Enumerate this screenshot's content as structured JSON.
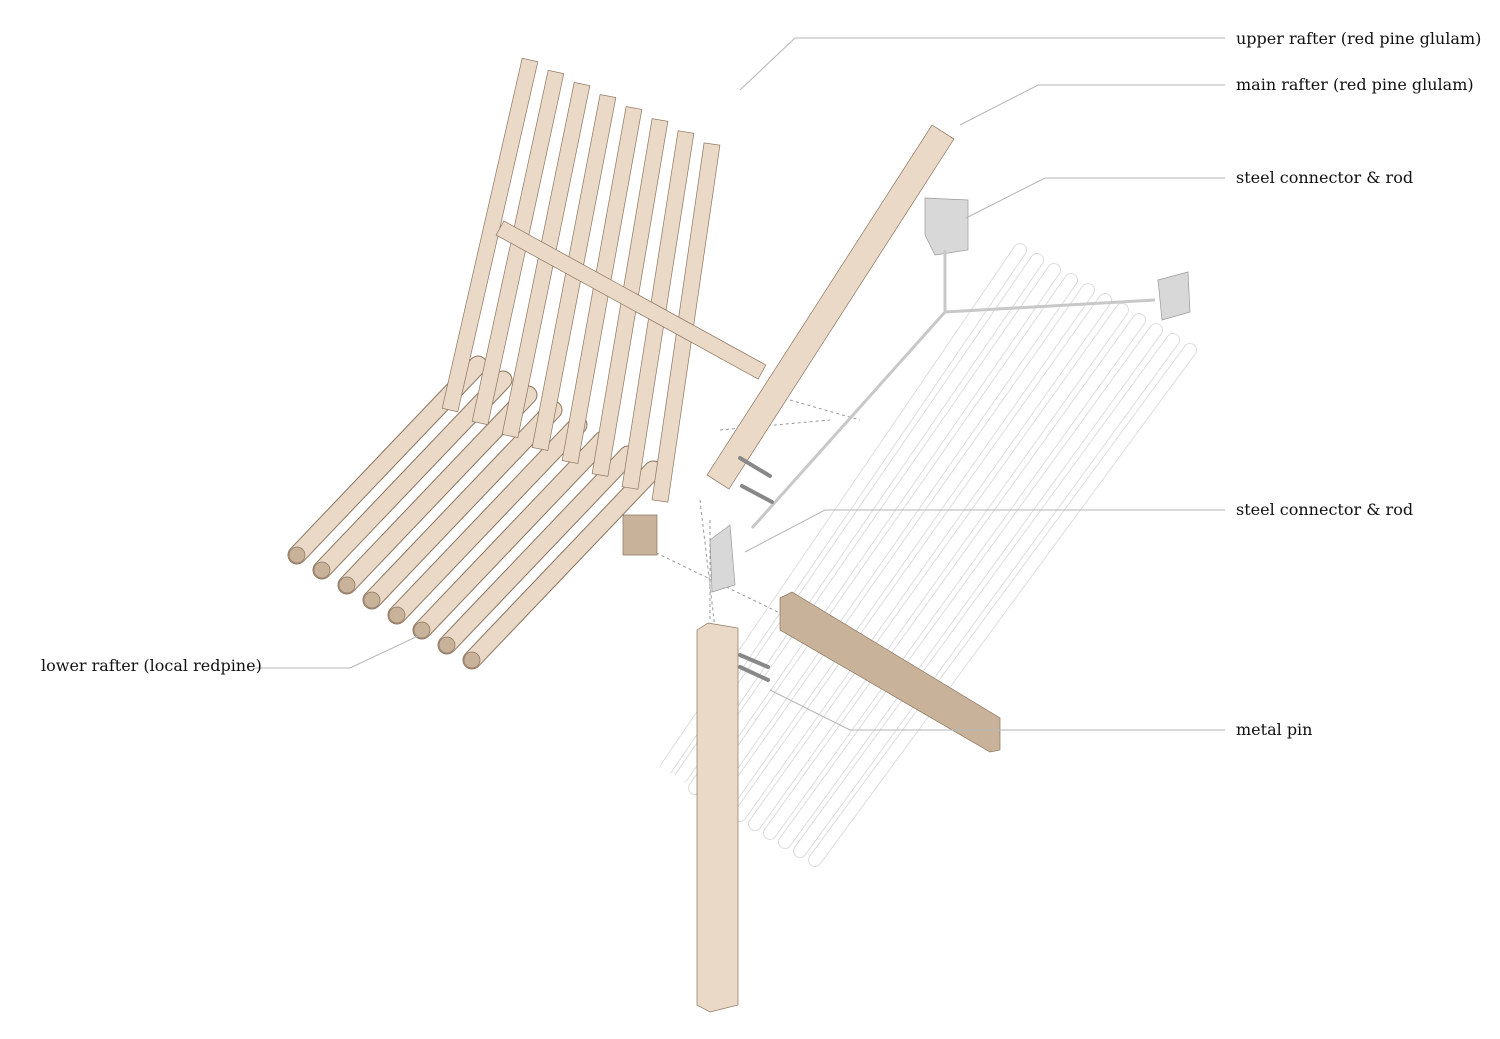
{
  "labels": {
    "upper_rafter": "upper rafter (red pine glulam)",
    "main_rafter": "main rafter (red pine glulam)",
    "steel_connector_top": "steel connector & rod",
    "steel_connector_bottom": "steel connector & rod",
    "lower_rafter": "lower rafter (local redpine)",
    "metal_pin": "metal pin"
  },
  "colors": {
    "wood": "#ead9c6",
    "wood_dark": "#c9b29a",
    "wood_edge": "#8c7560",
    "steel": "#d8d8d8",
    "ghost": "#9a9a9a",
    "leader": "#b5b5b5"
  }
}
